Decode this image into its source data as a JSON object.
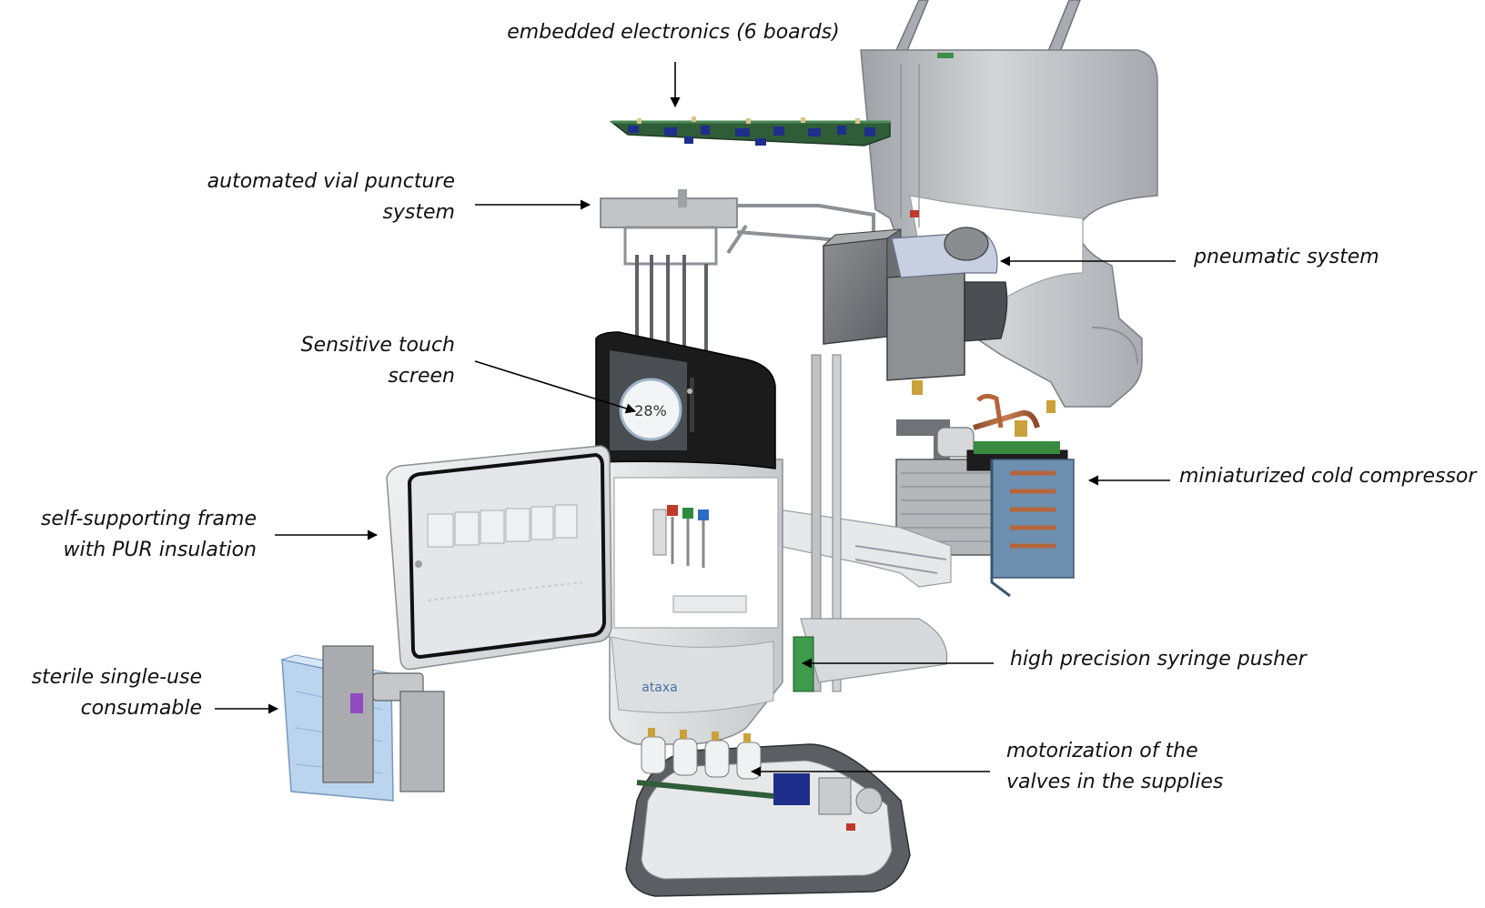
{
  "labels": {
    "electronics": "embedded electronics (6 boards)",
    "vial_line1": "automated vial puncture",
    "vial_line2": "system",
    "pneumatic": "pneumatic system",
    "touch_line1": "Sensitive touch",
    "touch_line2": "screen",
    "compressor": "miniaturized cold compressor",
    "frame_line1": "self-supporting frame",
    "frame_line2": "with PUR insulation",
    "syringe": "high precision syringe pusher",
    "consumable_line1": "sterile single-use",
    "consumable_line2": "consumable",
    "motor_line1": "motorization of the",
    "motor_line2": "valves in the supplies"
  },
  "screen": {
    "value": "28%"
  },
  "device": {
    "brand": "ataxa"
  },
  "colors": {
    "metal": "#b9bcbf",
    "metal_dark": "#7d8185",
    "board": "#2d5a36",
    "board_chip": "#1f2e8a",
    "screen": "#1b1b1b",
    "body": "#d9dbdd",
    "copper": "#b5653a",
    "brass": "#c9a23a",
    "consumable": "#9fc3e6",
    "arrow": "#000000"
  }
}
